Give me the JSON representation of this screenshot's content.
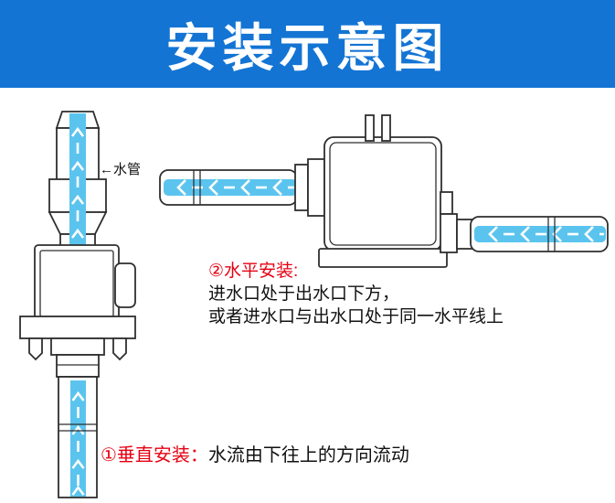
{
  "header": {
    "title": "安装示意图",
    "background_color": "#1374d4",
    "text_color": "#ffffff"
  },
  "diagram": {
    "pipe_label_arrow": "←",
    "pipe_label": "水管",
    "water_color": "#5bc4ee",
    "flow_arrow_color": "#ffffff",
    "outline_color": "#2f2f2f",
    "vertical_flow_direction": "up",
    "horizontal_flow_direction": "left"
  },
  "annotations": {
    "horizontal_install": {
      "heading": "②水平安装:",
      "heading_color": "#e60012",
      "line1": "进水口处于出水口下方，",
      "line2": "或者进水口与出水口处于同一水平线上"
    },
    "vertical_install": {
      "heading": "①垂直安装：",
      "heading_color": "#e60012",
      "caption": "水流由下往上的方向流动"
    }
  }
}
